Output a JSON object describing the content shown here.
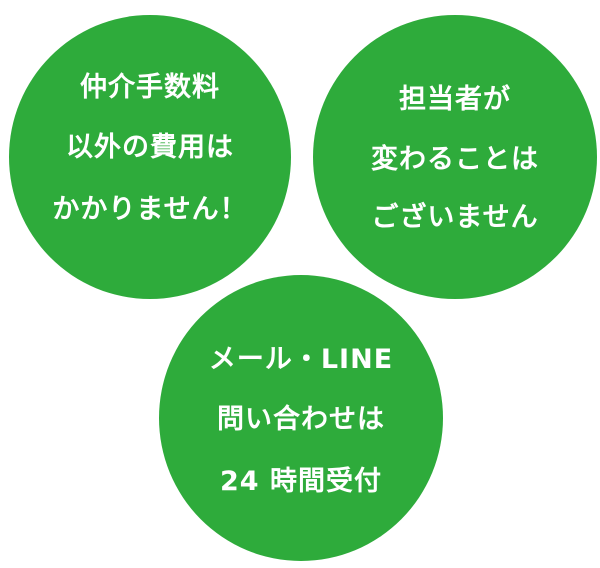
{
  "color": "#2eab3b",
  "circles": [
    {
      "lines": [
        "仲介手数料",
        "以外の費用は",
        "かかりません！"
      ]
    },
    {
      "lines": [
        "担当者が",
        "変わることは",
        "ございません"
      ]
    },
    {
      "lines": [
        "メール・LINE",
        "問い合わせは",
        "24 時間受付"
      ]
    }
  ]
}
